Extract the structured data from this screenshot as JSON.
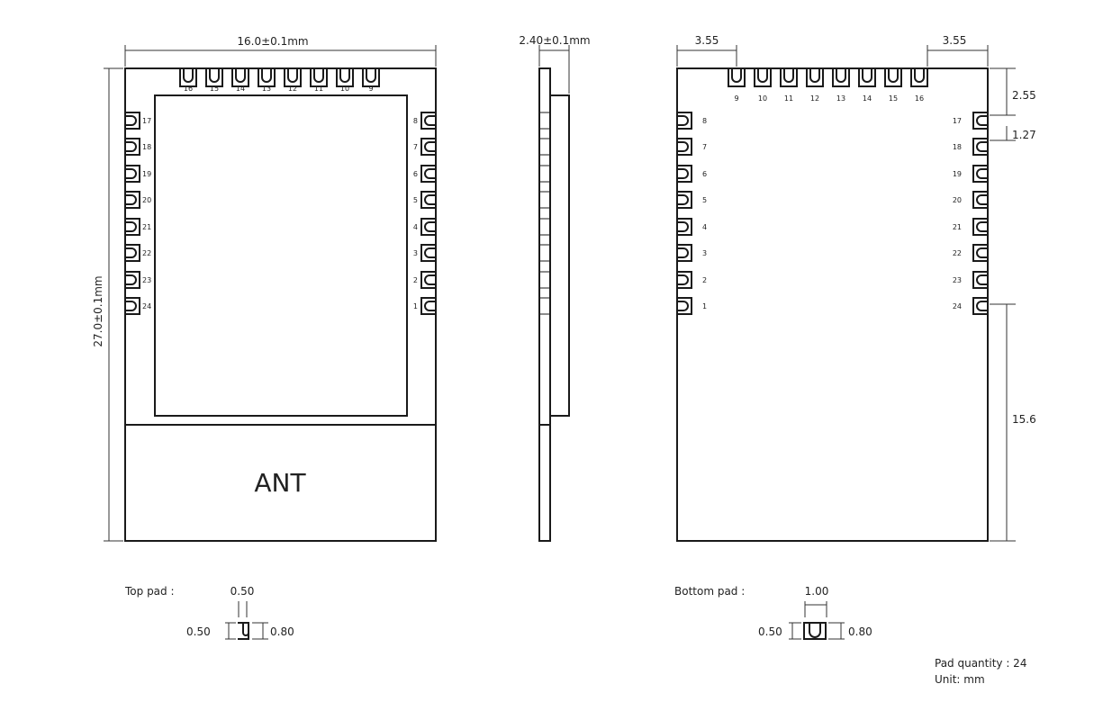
{
  "top_view": {
    "width_dim": "16.0±0.1mm",
    "height_dim": "27.0±0.1mm",
    "ant_label": "ANT",
    "top_pins": [
      "16",
      "15",
      "14",
      "13",
      "12",
      "11",
      "10",
      "9"
    ],
    "left_pins": [
      "17",
      "18",
      "19",
      "20",
      "21",
      "22",
      "23",
      "24"
    ],
    "right_pins": [
      "8",
      "7",
      "6",
      "5",
      "4",
      "3",
      "2",
      "1"
    ]
  },
  "side_view": {
    "thickness_dim": "2.40±0.1mm"
  },
  "bottom_view": {
    "left_offset_dim": "3.55",
    "right_offset_dim": "3.55",
    "top_offset_dim": "2.55",
    "pitch_dim": "1.27",
    "bottom_dim": "15.6",
    "top_pins": [
      "9",
      "10",
      "11",
      "12",
      "13",
      "14",
      "15",
      "16"
    ],
    "left_pins": [
      "8",
      "7",
      "6",
      "5",
      "4",
      "3",
      "2",
      "1"
    ],
    "right_pins": [
      "17",
      "18",
      "19",
      "20",
      "21",
      "22",
      "23",
      "24"
    ]
  },
  "top_pad": {
    "label": "Top pad :",
    "width_dim": "0.50",
    "left_dim": "0.50",
    "right_dim": "0.80"
  },
  "bottom_pad": {
    "label": "Bottom pad :",
    "width_dim": "1.00",
    "left_dim": "0.50",
    "right_dim": "0.80"
  },
  "notes": {
    "quantity": "Pad quantity : 24",
    "unit": "Unit:  mm"
  }
}
